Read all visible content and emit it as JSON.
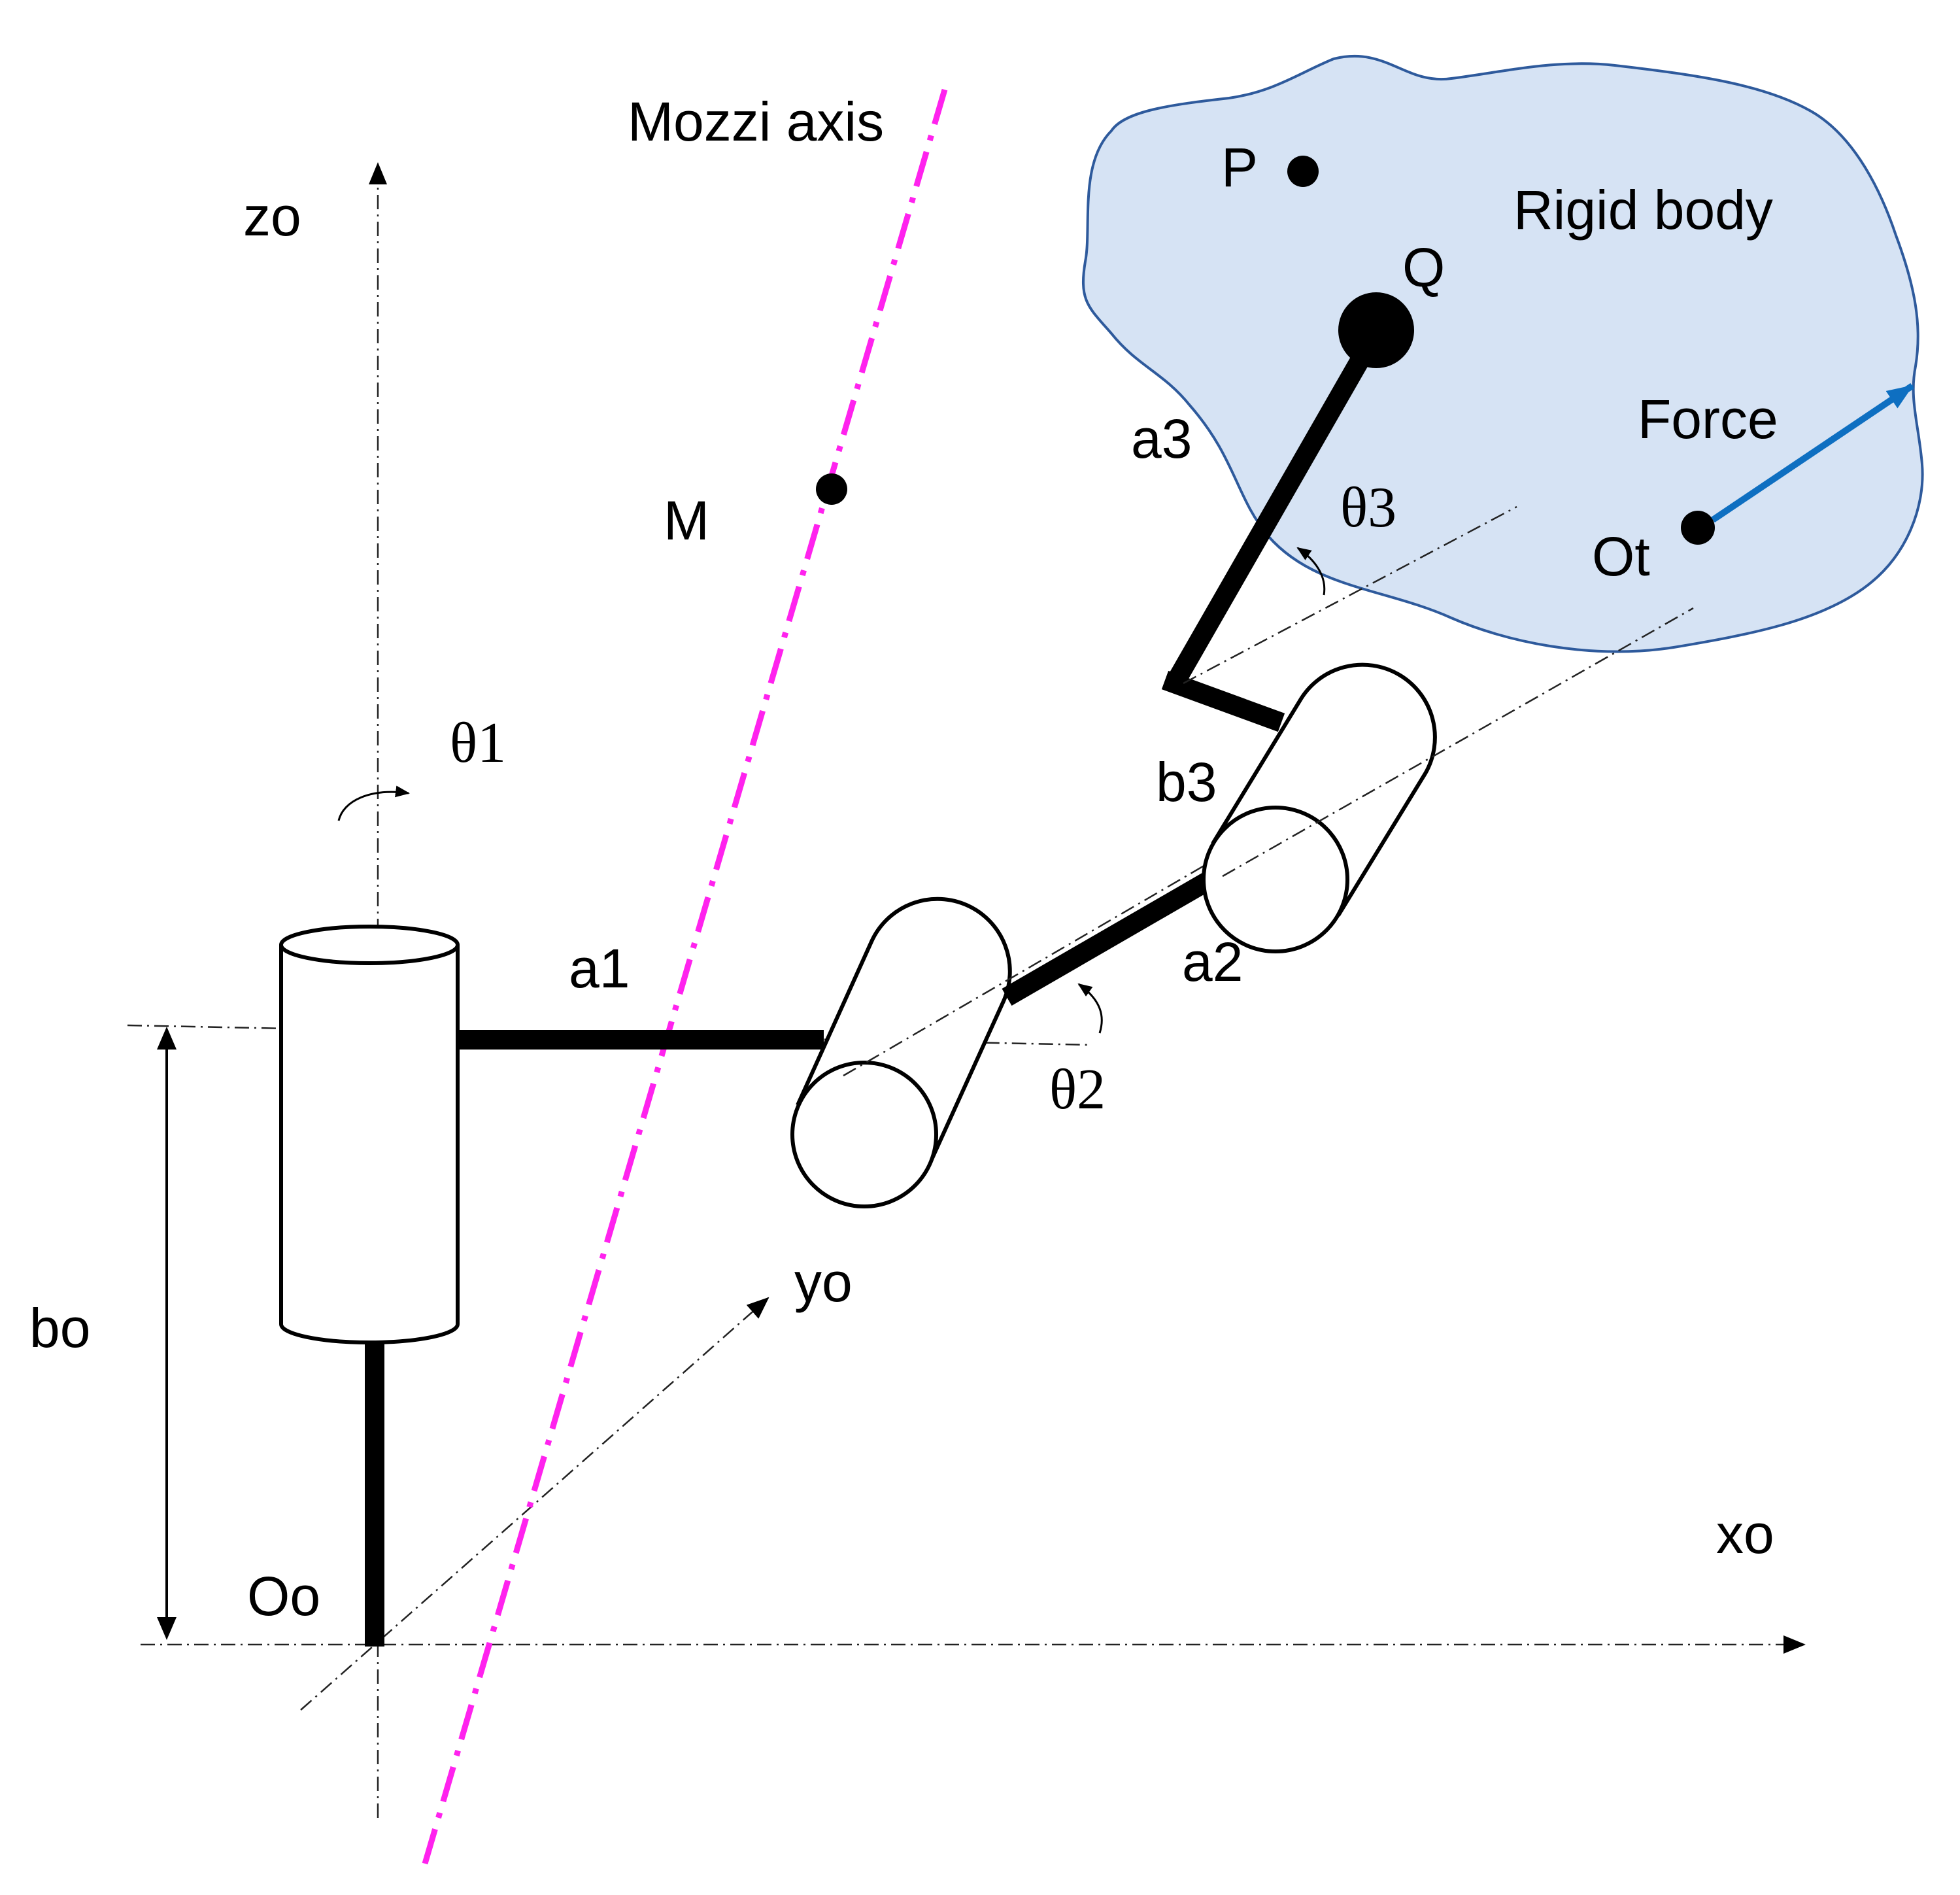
{
  "labels": {
    "zo": "zo",
    "yo": "yo",
    "xo": "xo",
    "bo": "bo",
    "Oo": "Oo",
    "a1": "a1",
    "a2": "a2",
    "a3": "a3",
    "b3": "b3",
    "theta1": "θ1",
    "theta2": "θ2",
    "theta3": "θ3",
    "mozzi": "Mozzi axis",
    "M": "M",
    "P": "P",
    "Q": "Q",
    "rigid_body": "Rigid body",
    "force": "Force",
    "Ot": "Ot"
  },
  "colors": {
    "rigid_body_fill": "#d6e3f4",
    "rigid_body_stroke": "#2e5a9c",
    "force_arrow": "#0e6fc1",
    "mozzi_axis": "#ff22ee"
  }
}
